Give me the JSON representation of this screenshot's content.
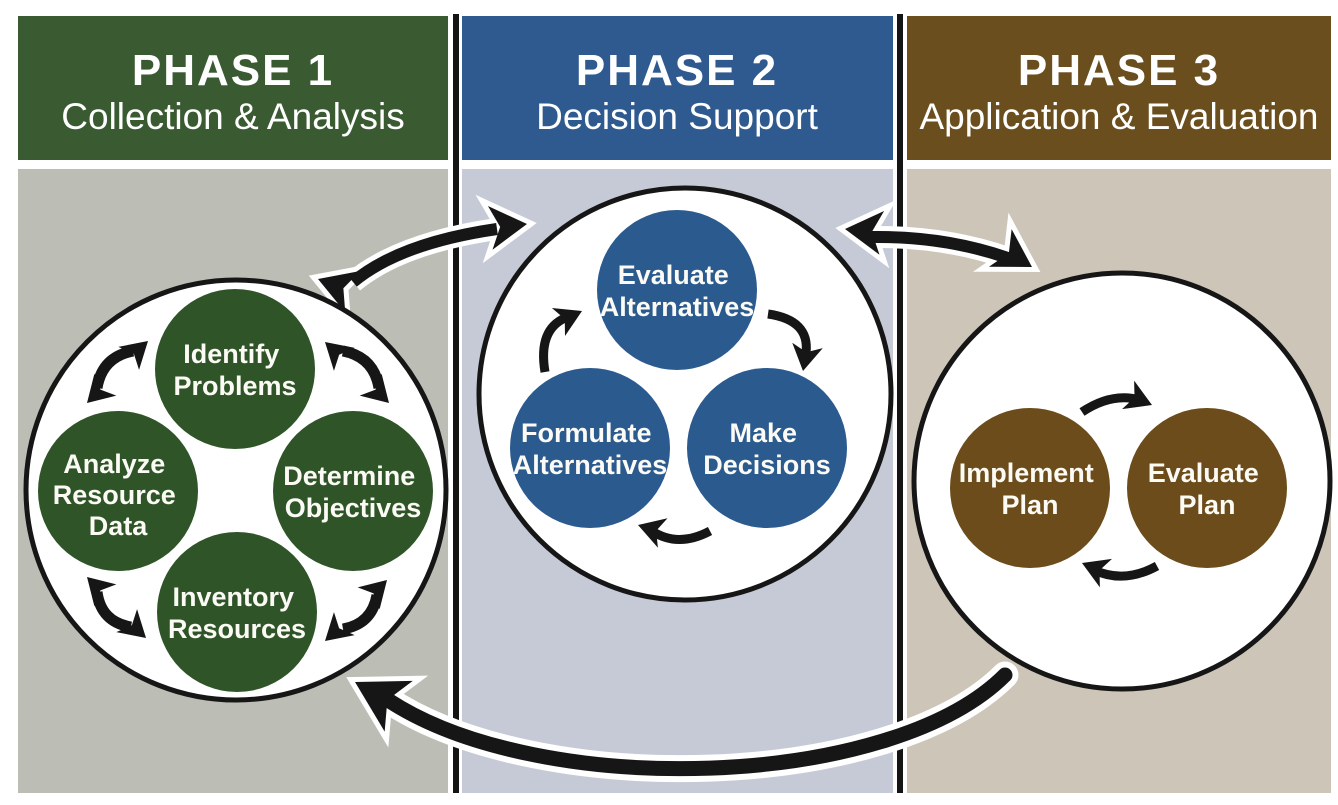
{
  "colors": {
    "page_bg": "#ffffff",
    "arrow": "#161616",
    "arrow_outline": "#ffffff",
    "divider": "#141414",
    "cycle_fill": "#ffffff",
    "cycle_border": "#161616",
    "label_text": "#fbfaf4"
  },
  "phases": [
    {
      "title": "PHASE 1",
      "subtitle": "Collection & Analysis",
      "header_color": "#3a5a32",
      "body_color": "#bcbeb6",
      "circle_color": "#2f5428",
      "circles": [
        {
          "name": "identify-problems",
          "lines": [
            "Identify",
            "Problems"
          ]
        },
        {
          "name": "determine-objectives",
          "lines": [
            "Determine",
            "Objectives"
          ]
        },
        {
          "name": "inventory-resources",
          "lines": [
            "Inventory",
            "Resources"
          ]
        },
        {
          "name": "analyze-resource-data",
          "lines": [
            "Analyze",
            "Resource",
            "Data"
          ]
        }
      ]
    },
    {
      "title": "PHASE 2",
      "subtitle": "Decision Support",
      "header_color": "#2f5a8f",
      "body_color": "#c5cad6",
      "circle_color": "#2b5a8e",
      "circles": [
        {
          "name": "evaluate-alternatives",
          "lines": [
            "Evaluate",
            "Alternatives"
          ]
        },
        {
          "name": "formulate-alternatives",
          "lines": [
            "Formulate",
            "Alternatives"
          ]
        },
        {
          "name": "make-decisions",
          "lines": [
            "Make",
            "Decisions"
          ]
        }
      ]
    },
    {
      "title": "PHASE 3",
      "subtitle": "Application & Evaluation",
      "header_color": "#6b4e1d",
      "body_color": "#cdc5b8",
      "circle_color": "#6b4c1a",
      "circles": [
        {
          "name": "implement-plan",
          "lines": [
            "Implement",
            "Plan"
          ]
        },
        {
          "name": "evaluate-plan",
          "lines": [
            "Evaluate",
            "Plan"
          ]
        }
      ]
    }
  ]
}
